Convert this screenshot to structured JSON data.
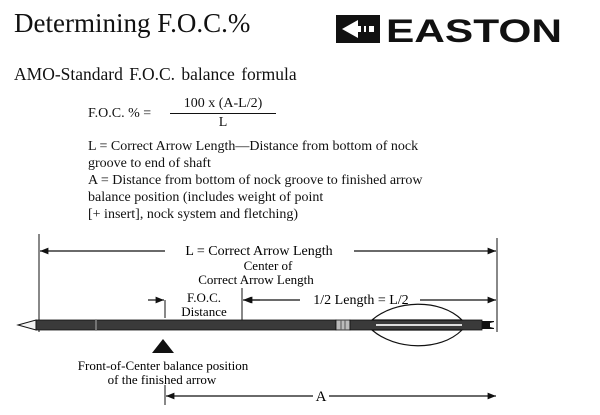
{
  "title": "Determining F.O.C.%",
  "brand": "EASTON",
  "subtitle": "AMO-Standard F.O.C. balance formula",
  "formula": {
    "lhs": "F.O.C. % =",
    "numerator": "100 x (A-L/2)",
    "denominator": "L"
  },
  "definitions": [
    "L = Correct Arrow Length—Distance from bottom of nock",
    "groove to end of shaft",
    "A = Distance from bottom of nock groove to finished arrow",
    "balance position (includes weight of point",
    "[+ insert], nock system and fletching)"
  ],
  "diagram": {
    "length_label": "L = Correct Arrow Length",
    "center_label_1": "Center of",
    "center_label_2": "Correct Arrow Length",
    "foc_label_1": "F.O.C.",
    "foc_label_2": "Distance",
    "half_length_label": "1/2 Length = L/2",
    "balance_label_1": "Front-of-Center balance position",
    "balance_label_2": "of the finished arrow",
    "a_label": "A",
    "colors": {
      "ink": "#111111",
      "shaft": "#3a3a3a",
      "shaft_light": "#bbbbbb"
    }
  }
}
